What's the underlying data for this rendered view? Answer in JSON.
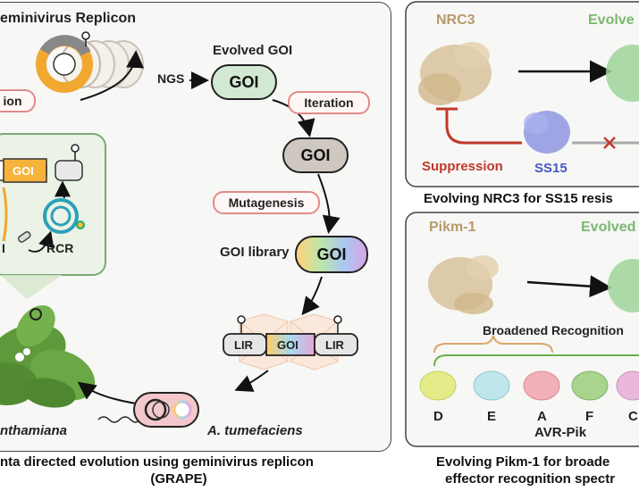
{
  "left_panel": {
    "replicon_title": "eminivirus Replicon",
    "evolved_goi_label": "Evolved GOI",
    "ngs_label": "NGS",
    "iteration_label": "Iteration",
    "mutagenesis_label": "Mutagenesis",
    "goi_library_label": "GOI library",
    "goi_text": "GOI",
    "lir_text": "LIR",
    "rcr_label": "RCR",
    "pill_partial": "ion",
    "cell_letter": "I",
    "plant_label": "nthamiana",
    "agro_label": "A. tumefaciens",
    "caption_line1": "nta directed evolution using geminivirus replicon",
    "caption_line2": "(GRAPE)"
  },
  "top_right_panel": {
    "nrc3_label": "NRC3",
    "evolved_label": "Evolve",
    "suppression_label": "Suppression",
    "ss15_label": "SS15",
    "caption": "Evolving NRC3 for SS15 resis"
  },
  "bottom_right_panel": {
    "pikm_label": "Pikm-1",
    "evolved_label": "Evolved",
    "broadened_label": "Broadened Recognition",
    "effectors": [
      "D",
      "E",
      "A",
      "F",
      "C"
    ],
    "avr_label": "AVR-Pik",
    "caption_line1": "Evolving Pikm-1 for broade",
    "caption_line2": "effector recognition spectr"
  },
  "colors": {
    "accent_red": "#c0392b",
    "pill_border": "#e08a8a",
    "green_box": "#eaf3e6",
    "protein_tan": "#d8c29a",
    "protein_green": "#9fd39a",
    "ss15_blue": "#8f97e0"
  }
}
